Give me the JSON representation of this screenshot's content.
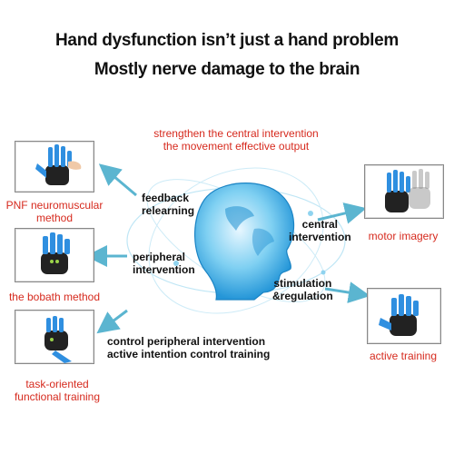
{
  "header": {
    "line1": "Hand dysfunction isn’t just a hand problem",
    "line2": "Mostly nerve damage to the brain"
  },
  "top_caption": {
    "line1": "strengthen the central intervention",
    "line2": "the movement effective output"
  },
  "left_panels": [
    {
      "label_lines": [
        "PNF neuromuscular",
        "method"
      ]
    },
    {
      "label_lines": [
        "the bobath method"
      ]
    },
    {
      "label_lines": [
        "task-oriented",
        "functional training"
      ]
    }
  ],
  "right_panels": [
    {
      "label": "motor imagery"
    },
    {
      "label": "active training"
    }
  ],
  "interventions": {
    "feedback": [
      "feedback",
      "relearning"
    ],
    "peripheral": [
      "peripheral",
      "intervention"
    ],
    "central": [
      "central",
      "intervention"
    ],
    "stimulation": [
      "stimulation",
      "&regulation"
    ],
    "control": [
      "control peripheral intervention",
      "active intention control training"
    ]
  },
  "colors": {
    "arrow": "#5bb5d0",
    "accent_red": "#d62a1e",
    "glove_blue": "#2f8fe0",
    "head_blue": "#29a6df"
  }
}
